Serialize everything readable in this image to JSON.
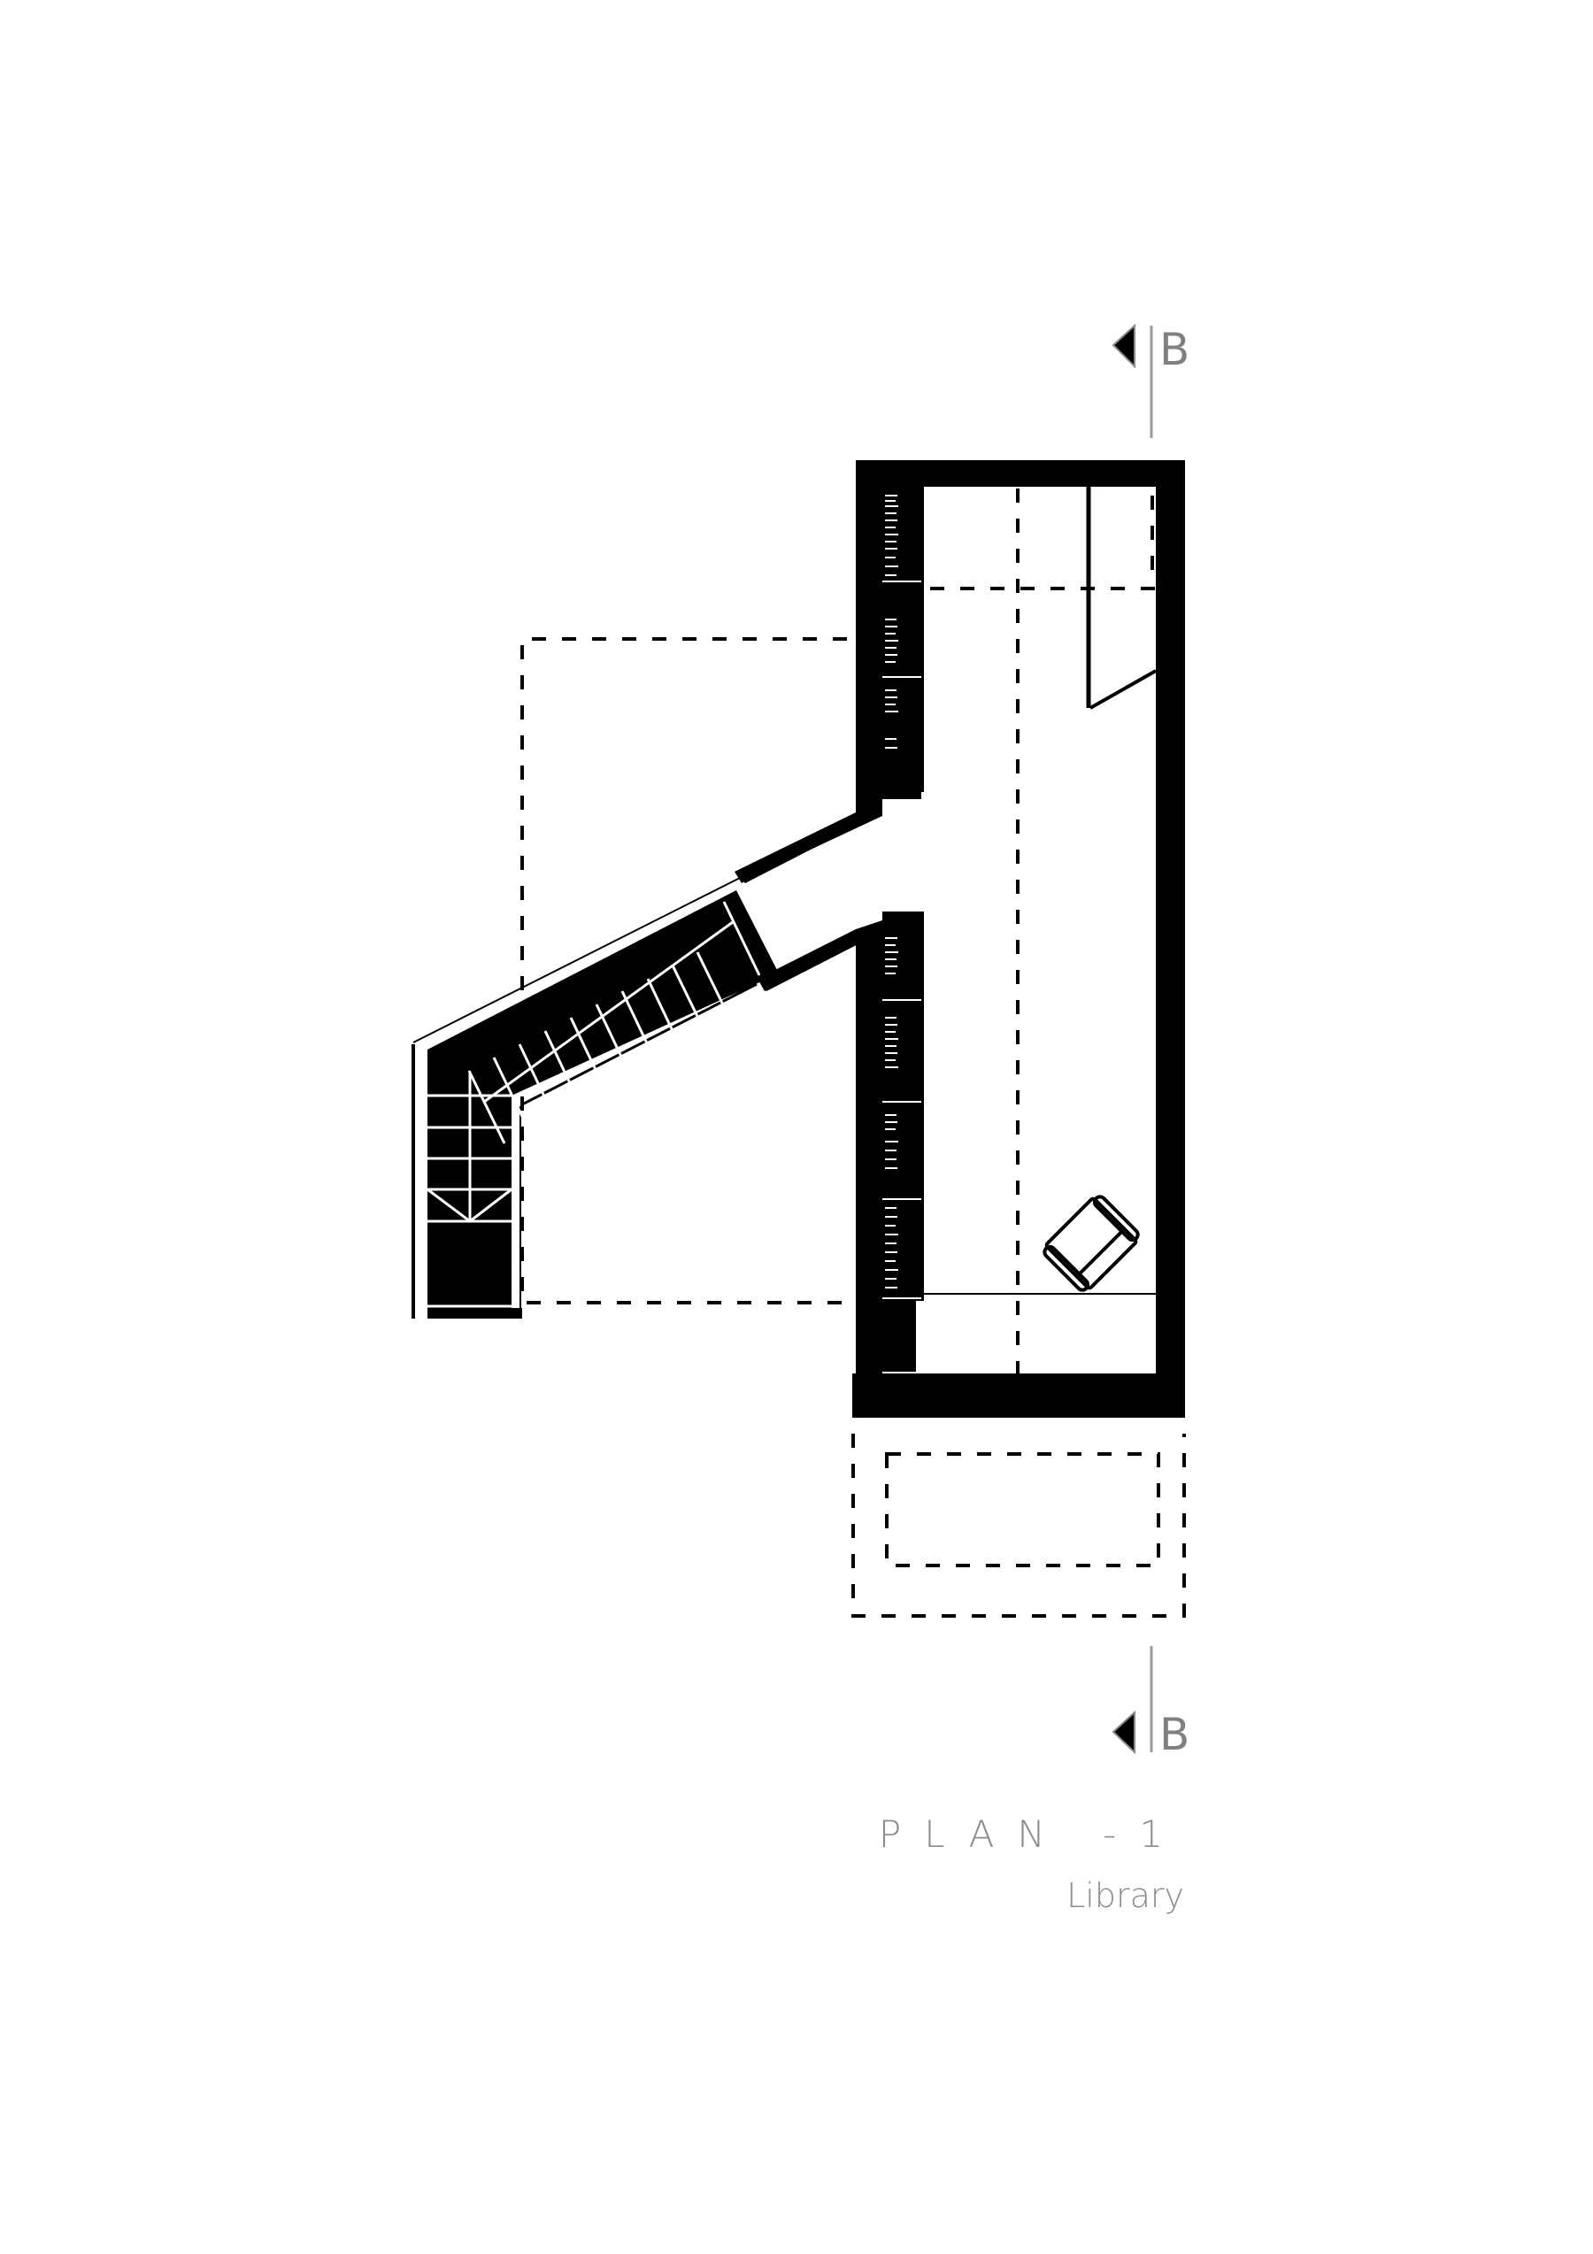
{
  "drawing": {
    "title": "PLAN -1",
    "subtitle": "Library",
    "section_marker_top": {
      "label": "B",
      "direction": "left"
    },
    "section_marker_bottom": {
      "label": "B",
      "direction": "left"
    }
  },
  "colors": {
    "wall": "#000000",
    "background": "#ffffff",
    "annotation_text": "#8c8c8c",
    "section_line": "#9a9a9a"
  },
  "elements": {
    "main_room": "library room with thick walls",
    "stair": "L-shaped stair with winder, diagonal corridor into room",
    "bookshelves": "two bookshelf runs along west wall",
    "armchair": "rotated armchair near lower east side",
    "dashed_outlines": "overhead outlines of upper-level footprint and exterior element"
  }
}
